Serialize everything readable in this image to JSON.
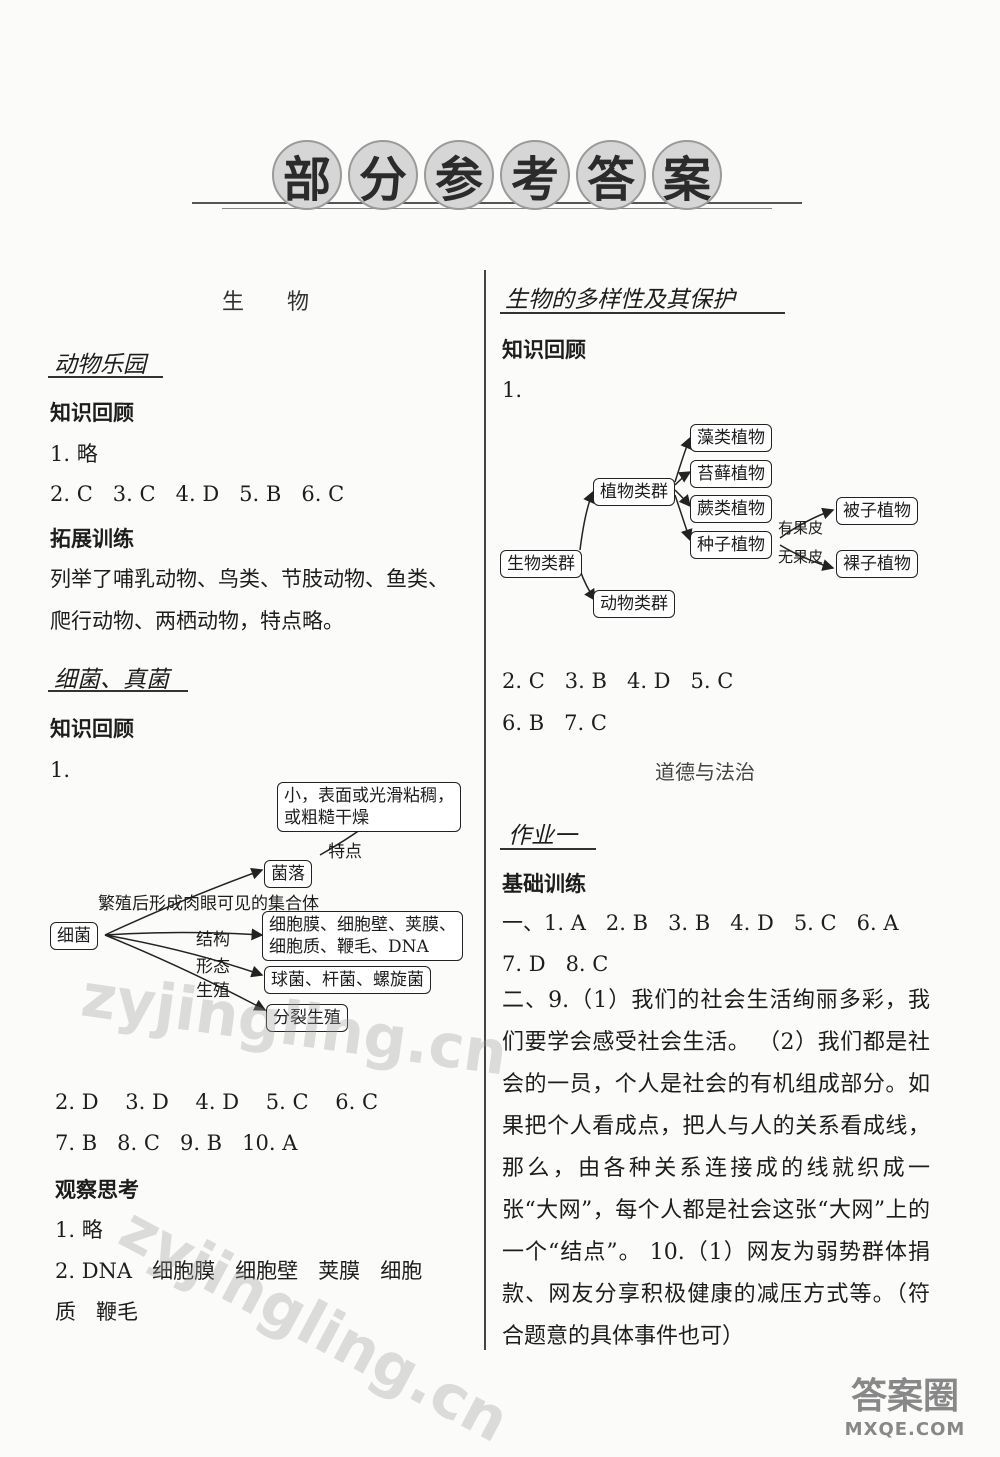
{
  "title_chars": [
    "部",
    "分",
    "参",
    "考",
    "答",
    "案"
  ],
  "left": {
    "subject": "生 物",
    "sec1": {
      "title": "动物乐园",
      "h1": "知识回顾",
      "l1": "1. 略",
      "l2": "2. C   3. C   4. D   5. B   6. C",
      "h2": "拓展训练",
      "p1": "列举了哺乳动物、鸟类、节肢动物、鱼类、",
      "p2": "爬行动物、两栖动物，特点略。"
    },
    "sec2": {
      "title": "细菌、真菌",
      "h1": "知识回顾",
      "l1": "1.",
      "diagram": {
        "feature_box": "小，表面或光滑粘稠，\n或粗糙干燥",
        "feature_lbl": "特点",
        "colony_box": "菌落",
        "colony_lbl": "繁殖后形成肉眼可见的集合体",
        "root_box": "细菌",
        "struct_lbl": "结构",
        "struct_box": "细胞膜、细胞壁、荚膜、\n细胞质、鞭毛、DNA",
        "shape_lbl": "形态",
        "shape_box": "球菌、杆菌、螺旋菌",
        "repro_lbl": "生殖",
        "repro_box": "分裂生殖"
      },
      "l2": "2. D    3. D    4. D    5. C    6. C",
      "l3": "7. B   8. C   9. B   10. A",
      "h2": "观察思考",
      "l4": "1. 略",
      "l5": "2. DNA   细胞膜   细胞壁   荚膜   细胞",
      "l6": "质   鞭毛"
    }
  },
  "right": {
    "sec3": {
      "title": "生物的多样性及其保护",
      "h1": "知识回顾",
      "l1": "1.",
      "diagram": {
        "root": "生物类群",
        "plant": "植物类群",
        "animal": "动物类群",
        "algae": "藻类植物",
        "moss": "苔藓植物",
        "fern": "蕨类植物",
        "seed": "种子植物",
        "with_peel": "有果皮",
        "without_peel": "无果皮",
        "angio": "被子植物",
        "gymno": "裸子植物"
      },
      "l2": "2. C   3. B   4. D   5. C",
      "l3": "6. B   7. C"
    },
    "subject2": "道德与法治",
    "sec4": {
      "title": "作业一",
      "h1": "基础训练",
      "l1": "一、1. A   2. B   3. B   4. D   5. C   6. A",
      "l2": "7. D   8. C",
      "para": "二、9.（1）我们的社会生活绚丽多彩，我们要学会感受社会生活。 （2）我们都是社会的一员，个人是社会的有机组成部分。如果把个人看成点，把人与人的关系看成线，那么，由各种关系连接成的线就织成一张“大网”，每个人都是社会这张“大网”上的一个“结点”。 10.（1）网友为弱势群体捐款、网友分享积极健康的减压方式等。（符合题意的具体事件也可）"
    }
  },
  "watermarks": [
    "zyjingling.cn",
    "zyjingling.cn"
  ],
  "logo": {
    "top": "答案圈",
    "bottom": "MXQE.COM"
  }
}
